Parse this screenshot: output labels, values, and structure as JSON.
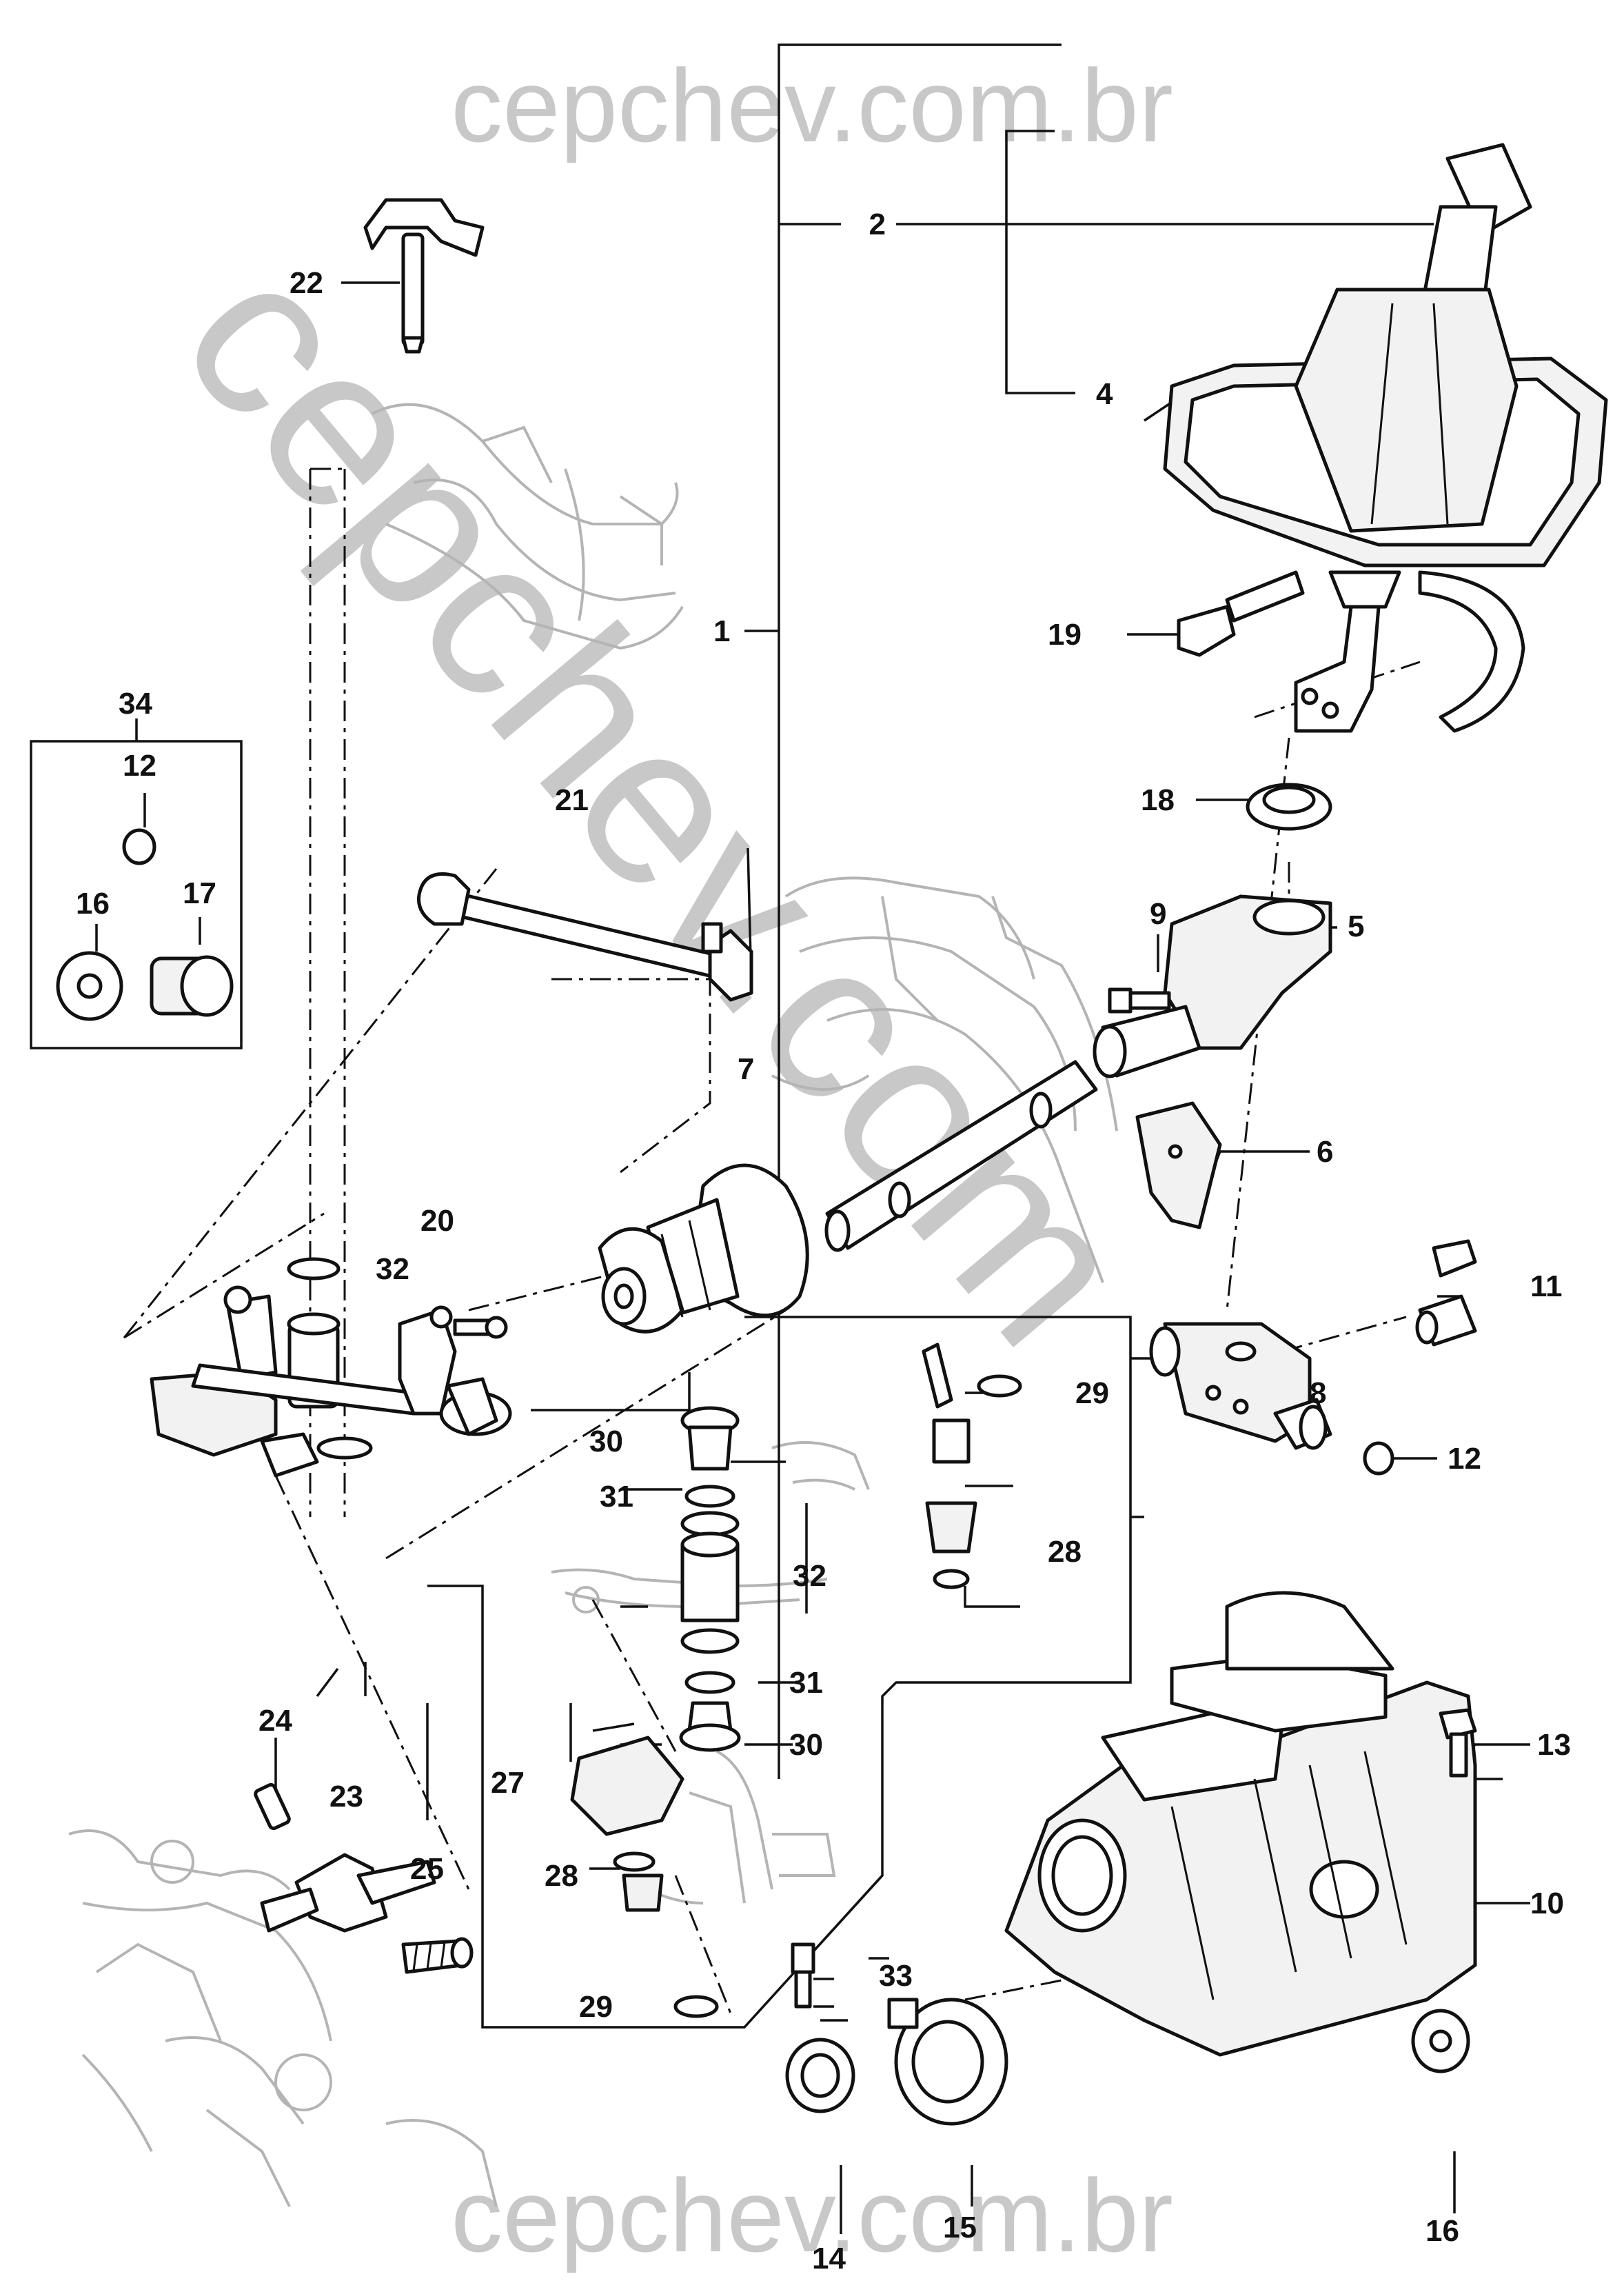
{
  "watermark": {
    "top": "cepchev.com.br",
    "diagonal": "cepchev.com",
    "bottom": "cepchev.com.br"
  },
  "labels": [
    {
      "id": "l1",
      "text": "1"
    },
    {
      "id": "l2",
      "text": "2"
    },
    {
      "id": "l4",
      "text": "4"
    },
    {
      "id": "l5",
      "text": "5"
    },
    {
      "id": "l6",
      "text": "6"
    },
    {
      "id": "l7",
      "text": "7"
    },
    {
      "id": "l8",
      "text": "8"
    },
    {
      "id": "l9",
      "text": "9"
    },
    {
      "id": "l10",
      "text": "10"
    },
    {
      "id": "l11",
      "text": "11"
    },
    {
      "id": "l12a",
      "text": "12"
    },
    {
      "id": "l12b",
      "text": "12"
    },
    {
      "id": "l13",
      "text": "13"
    },
    {
      "id": "l14",
      "text": "14"
    },
    {
      "id": "l15",
      "text": "15"
    },
    {
      "id": "l16a",
      "text": "16"
    },
    {
      "id": "l16b",
      "text": "16"
    },
    {
      "id": "l17",
      "text": "17"
    },
    {
      "id": "l18",
      "text": "18"
    },
    {
      "id": "l19",
      "text": "19"
    },
    {
      "id": "l20",
      "text": "20"
    },
    {
      "id": "l21",
      "text": "21"
    },
    {
      "id": "l22",
      "text": "22"
    },
    {
      "id": "l23",
      "text": "23"
    },
    {
      "id": "l24",
      "text": "24"
    },
    {
      "id": "l25",
      "text": "25"
    },
    {
      "id": "l27",
      "text": "27"
    },
    {
      "id": "l28a",
      "text": "28"
    },
    {
      "id": "l28b",
      "text": "28"
    },
    {
      "id": "l29a",
      "text": "29"
    },
    {
      "id": "l29b",
      "text": "29"
    },
    {
      "id": "l30a",
      "text": "30"
    },
    {
      "id": "l30b",
      "text": "30"
    },
    {
      "id": "l31a",
      "text": "31"
    },
    {
      "id": "l31b",
      "text": "31"
    },
    {
      "id": "l32a",
      "text": "32"
    },
    {
      "id": "l32b",
      "text": "32"
    },
    {
      "id": "l33",
      "text": "33"
    },
    {
      "id": "l34",
      "text": "34"
    }
  ]
}
